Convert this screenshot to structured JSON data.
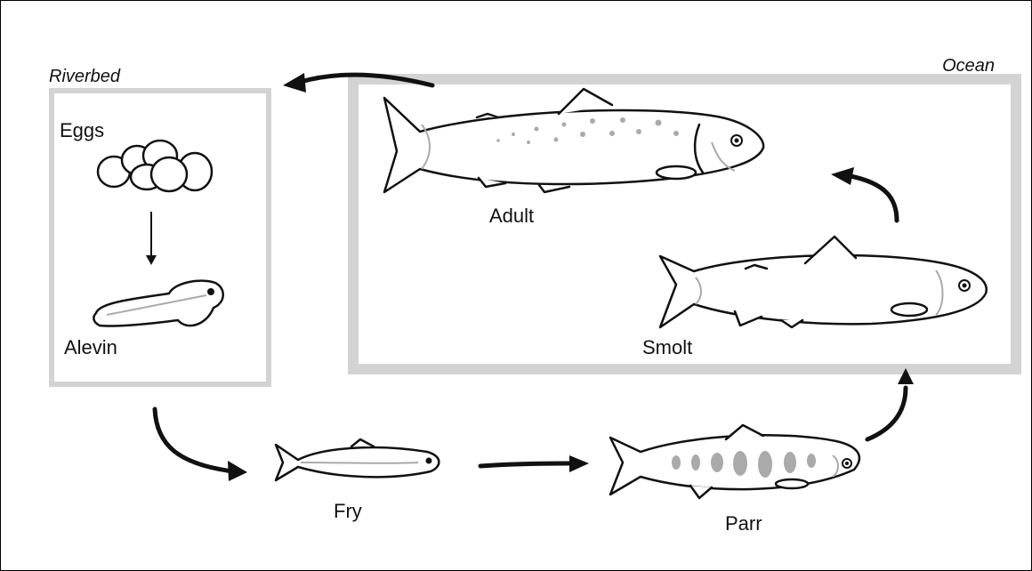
{
  "zones": {
    "riverbed": "Riverbed",
    "ocean": "Ocean"
  },
  "stages": {
    "eggs": "Eggs",
    "alevin": "Alevin",
    "fry": "Fry",
    "parr": "Parr",
    "smolt": "Smolt",
    "adult": "Adult"
  },
  "colors": {
    "zone_border": "#d3d3d3",
    "outline": "#111111",
    "marking": "#aaaaaa"
  }
}
